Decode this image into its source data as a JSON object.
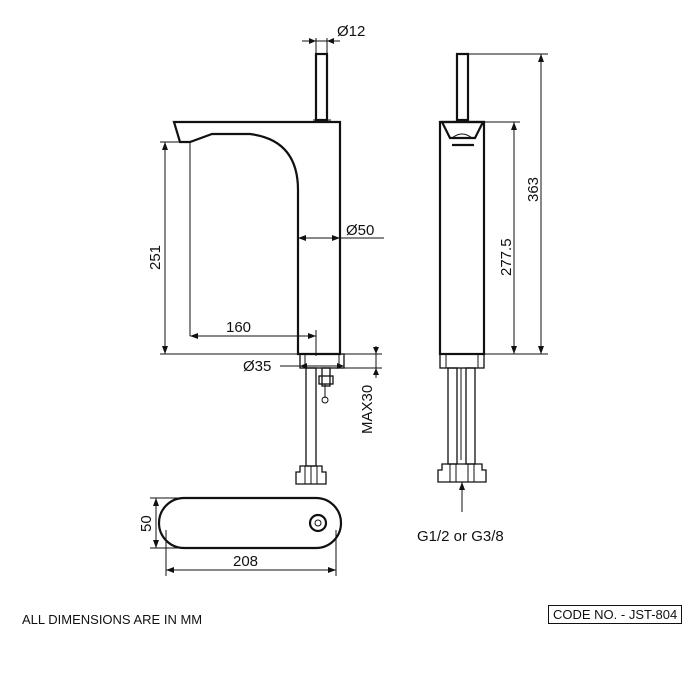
{
  "dimensions": {
    "spindle_diameter": "Ø12",
    "body_diameter": "Ø50",
    "base_diameter": "Ø35",
    "spout_height": "251",
    "spout_reach": "160",
    "max_deck_thickness": "MAX30",
    "total_height": "363",
    "body_height": "277.5",
    "base_width": "50",
    "base_length": "208"
  },
  "connection_label": "G1/2 or G3/8",
  "footnote": "ALL DIMENSIONS ARE IN MM",
  "code_label": "CODE NO. - JST-804"
}
